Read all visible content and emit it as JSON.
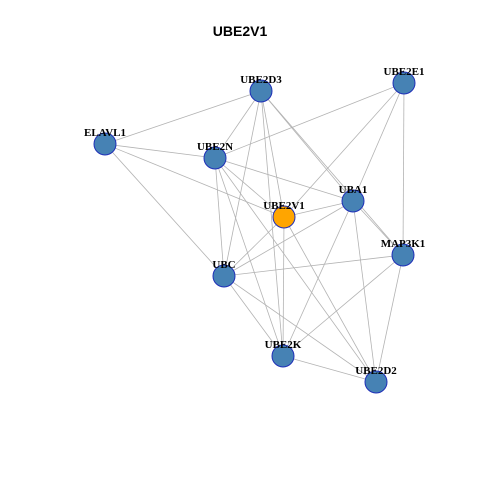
{
  "title": "UBE2V1",
  "colors": {
    "default_node": "#4682b4",
    "focus_node": "#ffa500",
    "node_border": "#1f2fb8",
    "edge": "#b3b3b3"
  },
  "nodes": [
    {
      "id": "UBE2D3",
      "label": "UBE2D3",
      "focus": false
    },
    {
      "id": "UBE2E1",
      "label": "UBE2E1",
      "focus": false
    },
    {
      "id": "ELAVL1",
      "label": "ELAVL1",
      "focus": false
    },
    {
      "id": "UBE2N",
      "label": "UBE2N",
      "focus": false
    },
    {
      "id": "UBE2V1",
      "label": "UBE2V1",
      "focus": true
    },
    {
      "id": "UBA1",
      "label": "UBA1",
      "focus": false
    },
    {
      "id": "MAP3K1",
      "label": "MAP3K1",
      "focus": false
    },
    {
      "id": "UBC",
      "label": "UBC",
      "focus": false
    },
    {
      "id": "UBE2K",
      "label": "UBE2K",
      "focus": false
    },
    {
      "id": "UBE2D2",
      "label": "UBE2D2",
      "focus": false
    }
  ],
  "edges": [
    [
      "ELAVL1",
      "UBE2D3"
    ],
    [
      "ELAVL1",
      "UBE2N"
    ],
    [
      "ELAVL1",
      "UBE2V1"
    ],
    [
      "ELAVL1",
      "UBC"
    ],
    [
      "UBE2D3",
      "UBE2N"
    ],
    [
      "UBE2D3",
      "UBE2V1"
    ],
    [
      "UBE2D3",
      "UBA1"
    ],
    [
      "UBE2D3",
      "UBC"
    ],
    [
      "UBE2D3",
      "UBE2K"
    ],
    [
      "UBE2D3",
      "MAP3K1"
    ],
    [
      "UBE2E1",
      "UBE2N"
    ],
    [
      "UBE2E1",
      "UBE2V1"
    ],
    [
      "UBE2E1",
      "UBA1"
    ],
    [
      "UBE2E1",
      "MAP3K1"
    ],
    [
      "UBE2N",
      "UBE2V1"
    ],
    [
      "UBE2N",
      "UBA1"
    ],
    [
      "UBE2N",
      "UBC"
    ],
    [
      "UBE2N",
      "UBE2K"
    ],
    [
      "UBE2N",
      "UBE2D2"
    ],
    [
      "UBE2V1",
      "UBA1"
    ],
    [
      "UBE2V1",
      "UBC"
    ],
    [
      "UBE2V1",
      "UBE2K"
    ],
    [
      "UBE2V1",
      "UBE2D2"
    ],
    [
      "UBA1",
      "MAP3K1"
    ],
    [
      "UBA1",
      "UBC"
    ],
    [
      "UBA1",
      "UBE2K"
    ],
    [
      "UBA1",
      "UBE2D2"
    ],
    [
      "MAP3K1",
      "UBC"
    ],
    [
      "MAP3K1",
      "UBE2K"
    ],
    [
      "MAP3K1",
      "UBE2D2"
    ],
    [
      "UBC",
      "UBE2K"
    ],
    [
      "UBC",
      "UBE2D2"
    ],
    [
      "UBE2K",
      "UBE2D2"
    ]
  ]
}
